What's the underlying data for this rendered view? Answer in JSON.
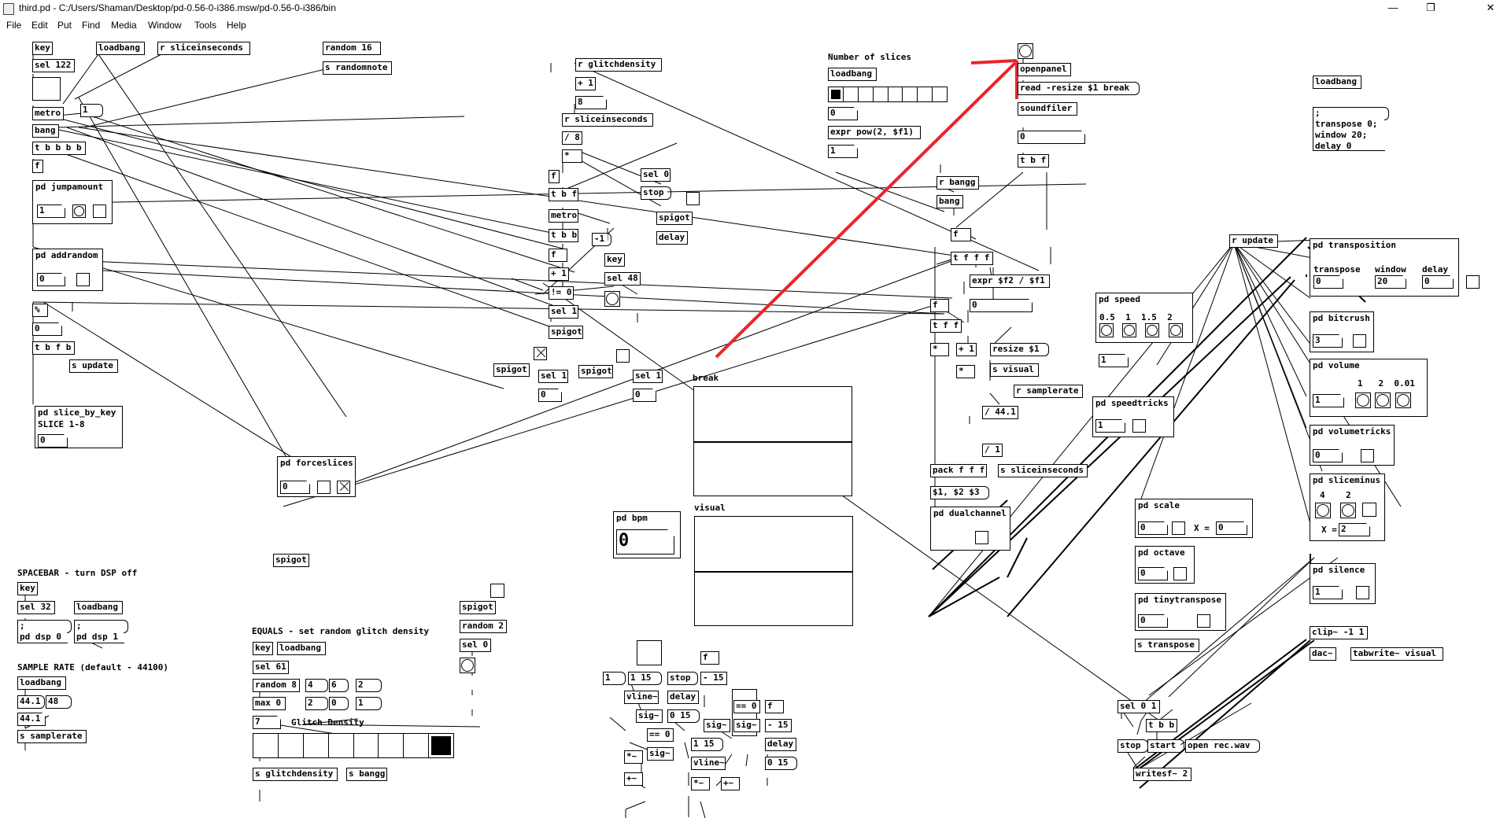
{
  "window": {
    "title": "third.pd  - C:/Users/Shaman/Desktop/pd-0.56-0-i386.msw/pd-0.56-0-i386/bin",
    "minimize": "—",
    "maximize": "❐",
    "close": "✕"
  },
  "menu": [
    "File",
    "Edit",
    "Put",
    "Find",
    "Media",
    "Window",
    "Tools",
    "Help"
  ],
  "objects": {
    "key1": "key",
    "sel122": "sel 122",
    "loadbang1": "loadbang",
    "r_sliceseconds": "r sliceinseconds",
    "random16": "random 16",
    "s_randomnote": "s randomnote",
    "metro1": "metro",
    "bang1": "bang",
    "tbbbb": "t b b b b",
    "f1": "f",
    "pd_jumpamount": "pd jumpamount",
    "pd_addrandom": "pd addrandom",
    "mod": "%",
    "tbfb": "t b f b",
    "s_update1": "s update",
    "pd_slice_by_key": "pd slice_by_key",
    "pd_forceslices": "pd forceslices",
    "spigot_main": "spigot",
    "r_glitchdensity": "r glitchdensity",
    "plus1a": "+ 1",
    "r_sliceseconds2": "r sliceinseconds",
    "div8": "/ 8",
    "mul1": "*",
    "f2": "f",
    "tbf": "t b f",
    "metro2": "metro",
    "tbb": "t b b",
    "f3": "f",
    "plus1b": "+ 1",
    "neq0": "!= 0",
    "sel1a": "sel 1",
    "spigot2": "spigot",
    "sel0a": "sel 0",
    "spigot3": "spigot",
    "delay1": "delay",
    "key2": "key",
    "sel48": "sel 48",
    "spigot4": "spigot",
    "sel1b": "sel 1",
    "spigot5": "spigot",
    "sel1c": "sel 1",
    "loadbang_slices": "loadbang",
    "expr_pow": "expr pow(2, $f1)",
    "openpanel": "openpanel",
    "soundfiler": "soundfiler",
    "tbf2": "t b f",
    "r_bangg": "r bangg",
    "bang2": "bang",
    "f4": "f",
    "tfff": "t f f f",
    "expr_div": "expr $f2 / $f1",
    "f5": "f",
    "tff": "t f f",
    "mul2": "*",
    "plus1c": "+ 1",
    "mul3": "*",
    "s_visual": "s visual",
    "r_samplerate": "r samplerate",
    "div441": "/ 44.1",
    "div1": "/ 1",
    "packfff": "pack f f f",
    "s_sliceseconds": "s sliceinseconds",
    "pd_dualchannel": "pd dualchannel",
    "loadbang_r": "loadbang",
    "r_update": "r update",
    "pd_transposition": "pd transposition",
    "pd_bitcrush": "pd bitcrush",
    "pd_volume": "pd volume",
    "pd_volumetricks": "pd volumetricks",
    "pd_sliceminus": "pd sliceminus",
    "pd_silence": "pd silence",
    "clip": "clip~ -1 1",
    "dac": "dac~",
    "tabwrite": "tabwrite~ visual",
    "pd_speed": "pd speed",
    "pd_speedtricks": "pd speedtricks",
    "pd_scale": "pd scale",
    "pd_octave": "pd octave",
    "pd_tinytranspose": "pd tinytranspose",
    "s_transpose": "s transpose",
    "sel01": "sel 0 1",
    "tbb2": "t b b",
    "writesf": "writesf~ 2",
    "pd_bpm": "pd bpm",
    "key3": "key",
    "sel32": "sel 32",
    "loadbang_dsp": "loadbang",
    "loadbang_sr": "loadbang",
    "s_samplerate": "s samplerate",
    "key4": "key",
    "loadbang_gd": "loadbang",
    "sel61": "sel 61",
    "random8": "random 8",
    "max0": "max 0",
    "s_glitchdensity": "s glitchdensity",
    "s_bangg": "s bangg",
    "spigot6": "spigot",
    "random2": "random 2",
    "sel0b": "sel 0",
    "vline1": "vline~",
    "sig1": "sig~",
    "eq0a": "== 0",
    "sig2": "sig~",
    "mulsig1": "*~",
    "plussig1": "+~",
    "delay2": "delay",
    "minus15a": "- 15",
    "f6": "f",
    "sig3": "sig~",
    "sig4": "sig~",
    "eq0b": "== 0",
    "f7": "f",
    "minus15b": "- 15",
    "delay3": "delay",
    "vline2": "vline~",
    "mulsig2": "*~",
    "plussig2": "+~"
  },
  "messages": {
    "one": "1",
    "read": "read -resize $1 break",
    "transpose_msg": ";\ntranspose 0;\nwindow 20;\ndelay 0",
    "resize": "resize $1",
    "pack_msg": "$1, $2 $3",
    "stop1": "stop",
    "stop2": "stop",
    "stop3": "stop",
    "start": "start",
    "open_rec": "open rec.wav",
    "dsp0": ";\npd dsp 0",
    "dsp1": ";\npd dsp 1",
    "sr441": "44.1",
    "sr48": "48",
    "m4": "4",
    "m6": "6",
    "m2": "2",
    "m0": "0",
    "m1": "1",
    "m1_15a": "1",
    "m1_15b": "1 15",
    "m1_15c": "1 15",
    "m0_15a": "0 15",
    "m0_15b": "0 15",
    "m_minus1": "-1"
  },
  "numbers": {
    "n_sel122": "",
    "n_jump": "1",
    "n_addrandom": "0",
    "n_mod": "0",
    "n_slice_by_key": "0",
    "n_forceslices": "0",
    "n_8": "8",
    "n_sel1a": "0",
    "n_sel1c": "0",
    "n_slices": "0",
    "n_expr": "1",
    "n_soundfiler": "0",
    "n_exprdiv": "0",
    "n_speed": "1",
    "n_speedtricks": "1",
    "n_scale1": "0",
    "n_scale2": "0",
    "n_octave": "0",
    "n_tiny": "0",
    "n_transpose": "0",
    "n_window": "20",
    "n_delay": "0",
    "n_bitcrush": "3",
    "n_volume": "1",
    "n_volumetricks": "0",
    "n_sliceminus": "2",
    "n_silence": "1",
    "n_sr": "44.1",
    "n_max0": "7",
    "n_bpm": "0"
  },
  "comments": {
    "num_slices": "Number of slices",
    "break": "break",
    "visual": "visual",
    "slice_1_8": "SLICE 1-8",
    "spacebar": "SPACEBAR - turn DSP off",
    "samplerate_info": "SAMPLE RATE (default - 44100)",
    "equals": "EQUALS - set random glitch density",
    "glitch_density": "Glitch Density",
    "transpose": "transpose",
    "window": "window",
    "delay": "delay",
    "speed_labels": "0.5  1  1.5  2",
    "volume_labels": "1   2  0.01",
    "sliceminus_labels": "4    2",
    "x_equals": "X =",
    "x_equals2": "X ="
  },
  "colors": {
    "annotation_arrow": "#e8262b",
    "wire": "#000000"
  }
}
